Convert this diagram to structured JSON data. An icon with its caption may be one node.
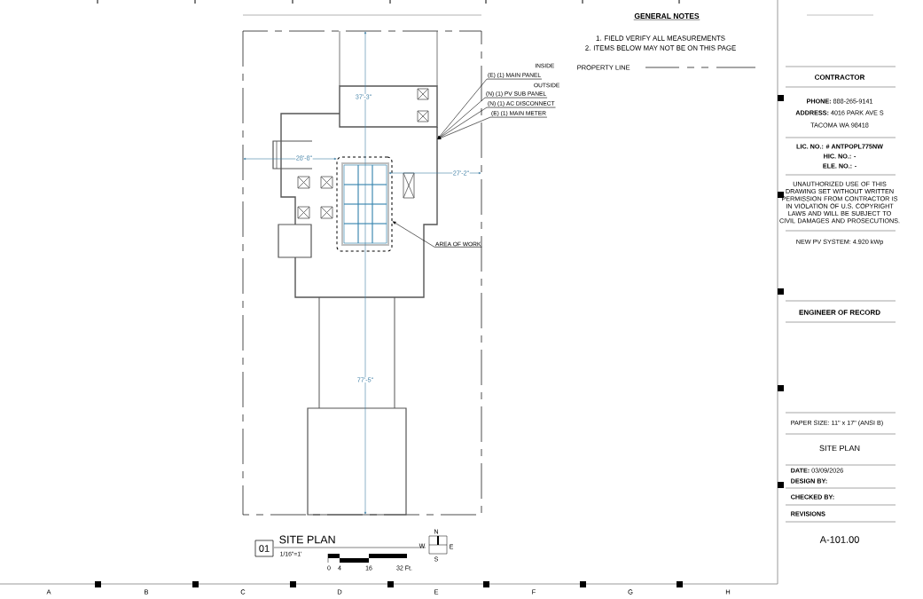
{
  "diagram": {
    "nodes": [
      {
        "text": [
          "(E) (1) MAIN PANEL"
        ]
      },
      {
        "text": [
          "(N) (1) PV SUB PANEL"
        ]
      },
      {
        "text": [
          "(N) (1) AC DISCONNECT"
        ]
      },
      {
        "text": [
          "(E) (1) MAIN METER"
        ]
      },
      {
        "text": [
          "AREA OF WORK"
        ]
      },
      {
        "text": [],
        "shape": "picture"
      },
      {
        "text": [],
        "shape": "box",
        "in": 5
      }
    ],
    "edges": [
      {
        "from": 0,
        "to": 5,
        "arrow": "to"
      },
      {
        "from": 1,
        "to": 5,
        "arrow": "to"
      },
      {
        "from": 2,
        "to": 5,
        "arrow": "to"
      },
      {
        "from": 3,
        "to": 5,
        "arrow": "to"
      },
      {
        "from": 4,
        "to": 6,
        "arrow": "to"
      }
    ],
    "labels": [
      "GENERAL NOTES",
      "1. FIELD VERIFY ALL MEASUREMENTS",
      "2. ITEMS BELOW MAY NOT BE ON THIS PAGE",
      "INSIDE",
      "OUTSIDE",
      "37'-3\"",
      "28'-8\"",
      "27'-2\"",
      "77'-5\"",
      "01",
      "SITE PLAN",
      "1/16\"=1'",
      "0",
      "4",
      "16",
      "32 Ft.",
      "N",
      "W",
      "E",
      "S",
      "CONTRACTOR",
      "**PHONE:** 888-265-9141",
      "**ADDRESS:** 4016 PARK AVE S",
      "TACOMA WA 98418",
      "LIC. NO.: # ANTPOPL775NW",
      "HIC. NO.: -",
      "ELE. NO.: -",
      "UNAUTHORIZED USE OF THIS DRAWING SET WITHOUT WRITTEN PERMISSION FROM CONTRACTOR IS IN VIOLATION OF U.S. COPYRIGHT LAWS AND WILL BE SUBJECT TO CIVIL DAMAGES AND PROSECUTIONS.",
      "NEW PV SYSTEM: 4.920 kWp",
      "ENGINEER OF RECORD",
      "PAPER SIZE: 11\" x 17\" (ANSI B)",
      "SITE PLAN",
      "**DATE:** 03/09/2026",
      "DESIGN BY:",
      "CHECKED BY:",
      "REVISIONS",
      "A-101.00",
      "A",
      "B",
      "C",
      "D",
      "E",
      "F",
      "G",
      "H"
    ],
    "legend": [
      {
        "text": "PROPERTY LINE"
      }
    ]
  }
}
